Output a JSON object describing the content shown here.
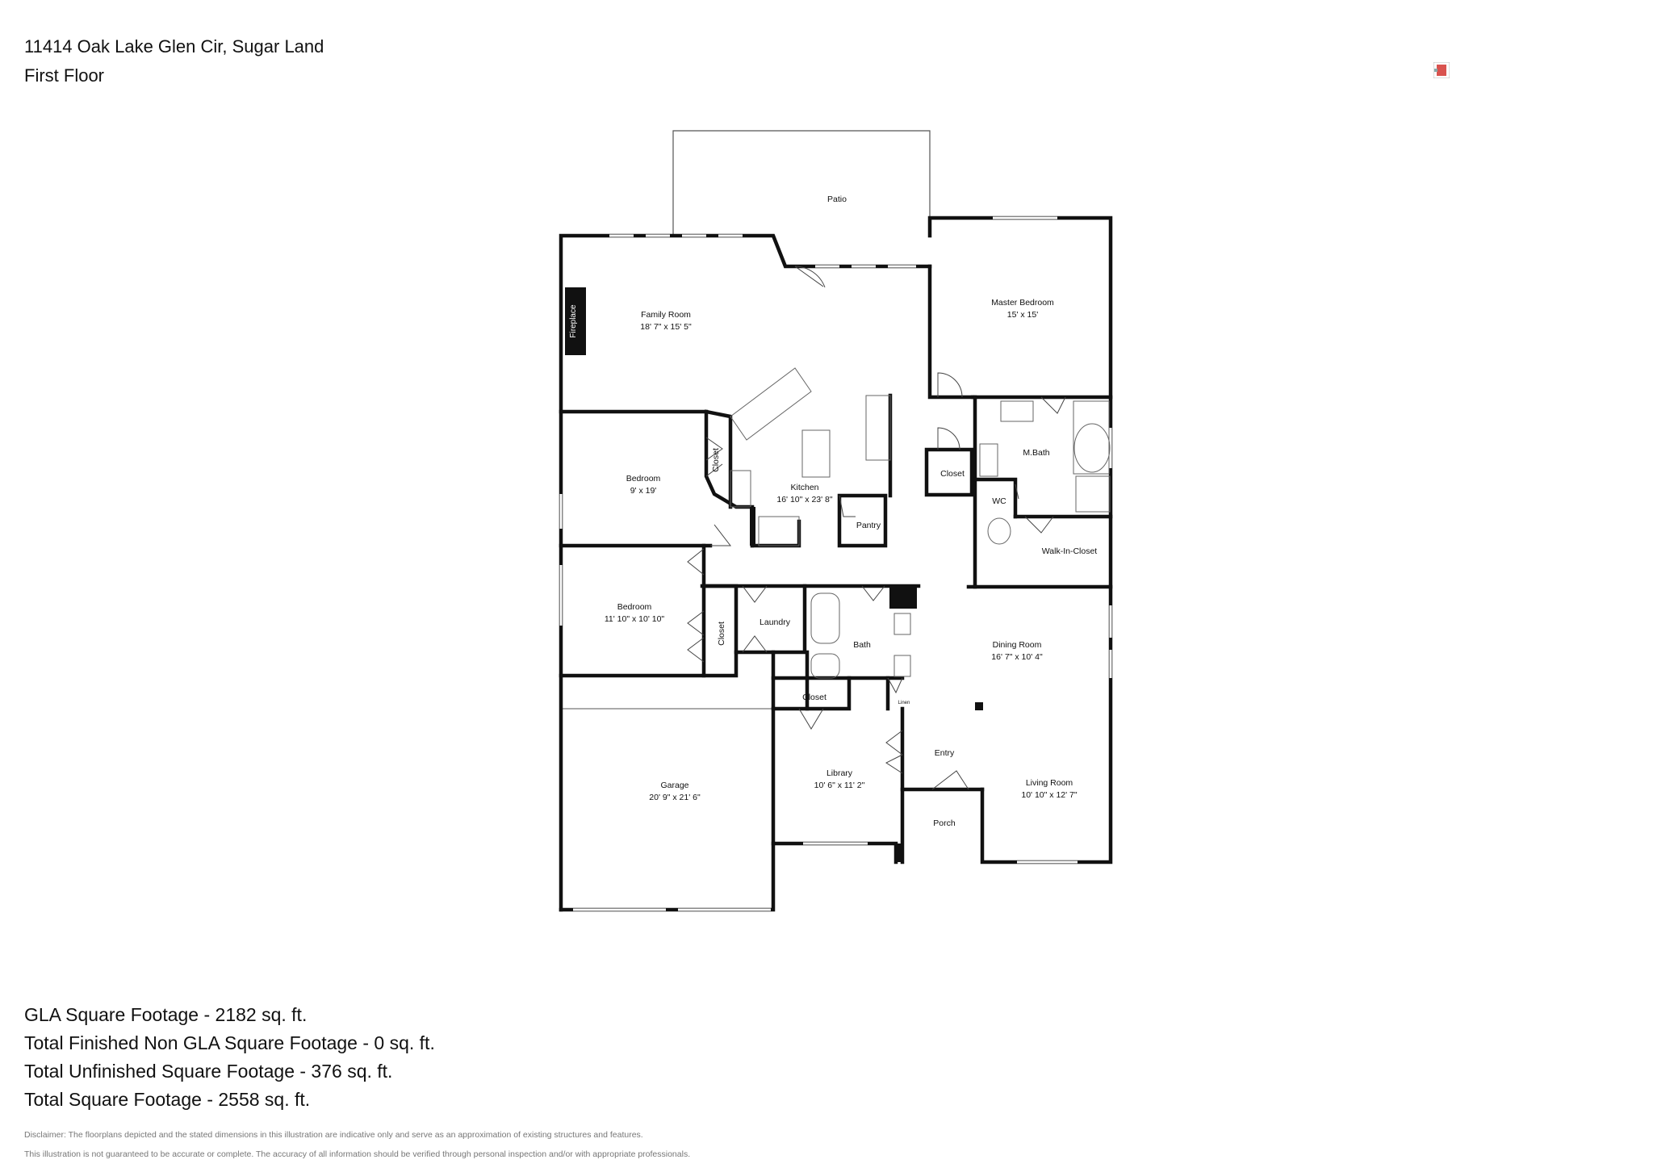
{
  "header": {
    "address": "11414 Oak Lake Glen Cir, Sugar Land",
    "floor": "First Floor"
  },
  "rooms": {
    "patio": {
      "name": "Patio"
    },
    "family_room": {
      "name": "Family Room",
      "dims": "18' 7\" x 15' 5\""
    },
    "fireplace": {
      "name": "Fireplace"
    },
    "master_bedroom": {
      "name": "Master Bedroom",
      "dims": "15' x 15'"
    },
    "bedroom_1": {
      "name": "Bedroom",
      "dims": "9' x 19'"
    },
    "closet_b1": {
      "name": "Closet"
    },
    "kitchen": {
      "name": "Kitchen",
      "dims": "16' 10\" x 23' 8\""
    },
    "pantry": {
      "name": "Pantry"
    },
    "closet_hall": {
      "name": "Closet"
    },
    "mbath": {
      "name": "M.Bath"
    },
    "wc": {
      "name": "WC"
    },
    "walk_in_closet": {
      "name": "Walk-In-Closet"
    },
    "bedroom_2": {
      "name": "Bedroom",
      "dims": "11' 10\" x 10' 10\""
    },
    "closet_b2": {
      "name": "Closet"
    },
    "laundry": {
      "name": "Laundry"
    },
    "bath": {
      "name": "Bath"
    },
    "closet_lower": {
      "name": "Closet"
    },
    "linen": {
      "name": "Linen"
    },
    "dining_room": {
      "name": "Dining Room",
      "dims": "16' 7\" x 10' 4\""
    },
    "entry": {
      "name": "Entry"
    },
    "library": {
      "name": "Library",
      "dims": "10' 6\" x 11' 2\""
    },
    "living_room": {
      "name": "Living Room",
      "dims": "10' 10\" x 12' 7\""
    },
    "porch": {
      "name": "Porch"
    },
    "garage": {
      "name": "Garage",
      "dims": "20' 9\" x 21' 6\""
    }
  },
  "stats": {
    "gla": "GLA Square Footage - 2182 sq. ft.",
    "non_gla": "Total Finished Non GLA Square Footage - 0 sq. ft.",
    "unfinished": "Total Unfinished Square Footage - 376 sq. ft.",
    "total": "Total Square Footage - 2558 sq. ft."
  },
  "disclaimer": {
    "line1": "Disclaimer: The floorplans depicted and the stated dimensions in this illustration are indicative only and serve as an approximation of existing structures and features.",
    "line2": "This illustration is not guaranteed to be accurate or complete. The accuracy of all information should be verified through personal inspection and/or with appropriate professionals."
  },
  "colors": {
    "wall": "#111111",
    "logo_red": "#d9534f"
  }
}
